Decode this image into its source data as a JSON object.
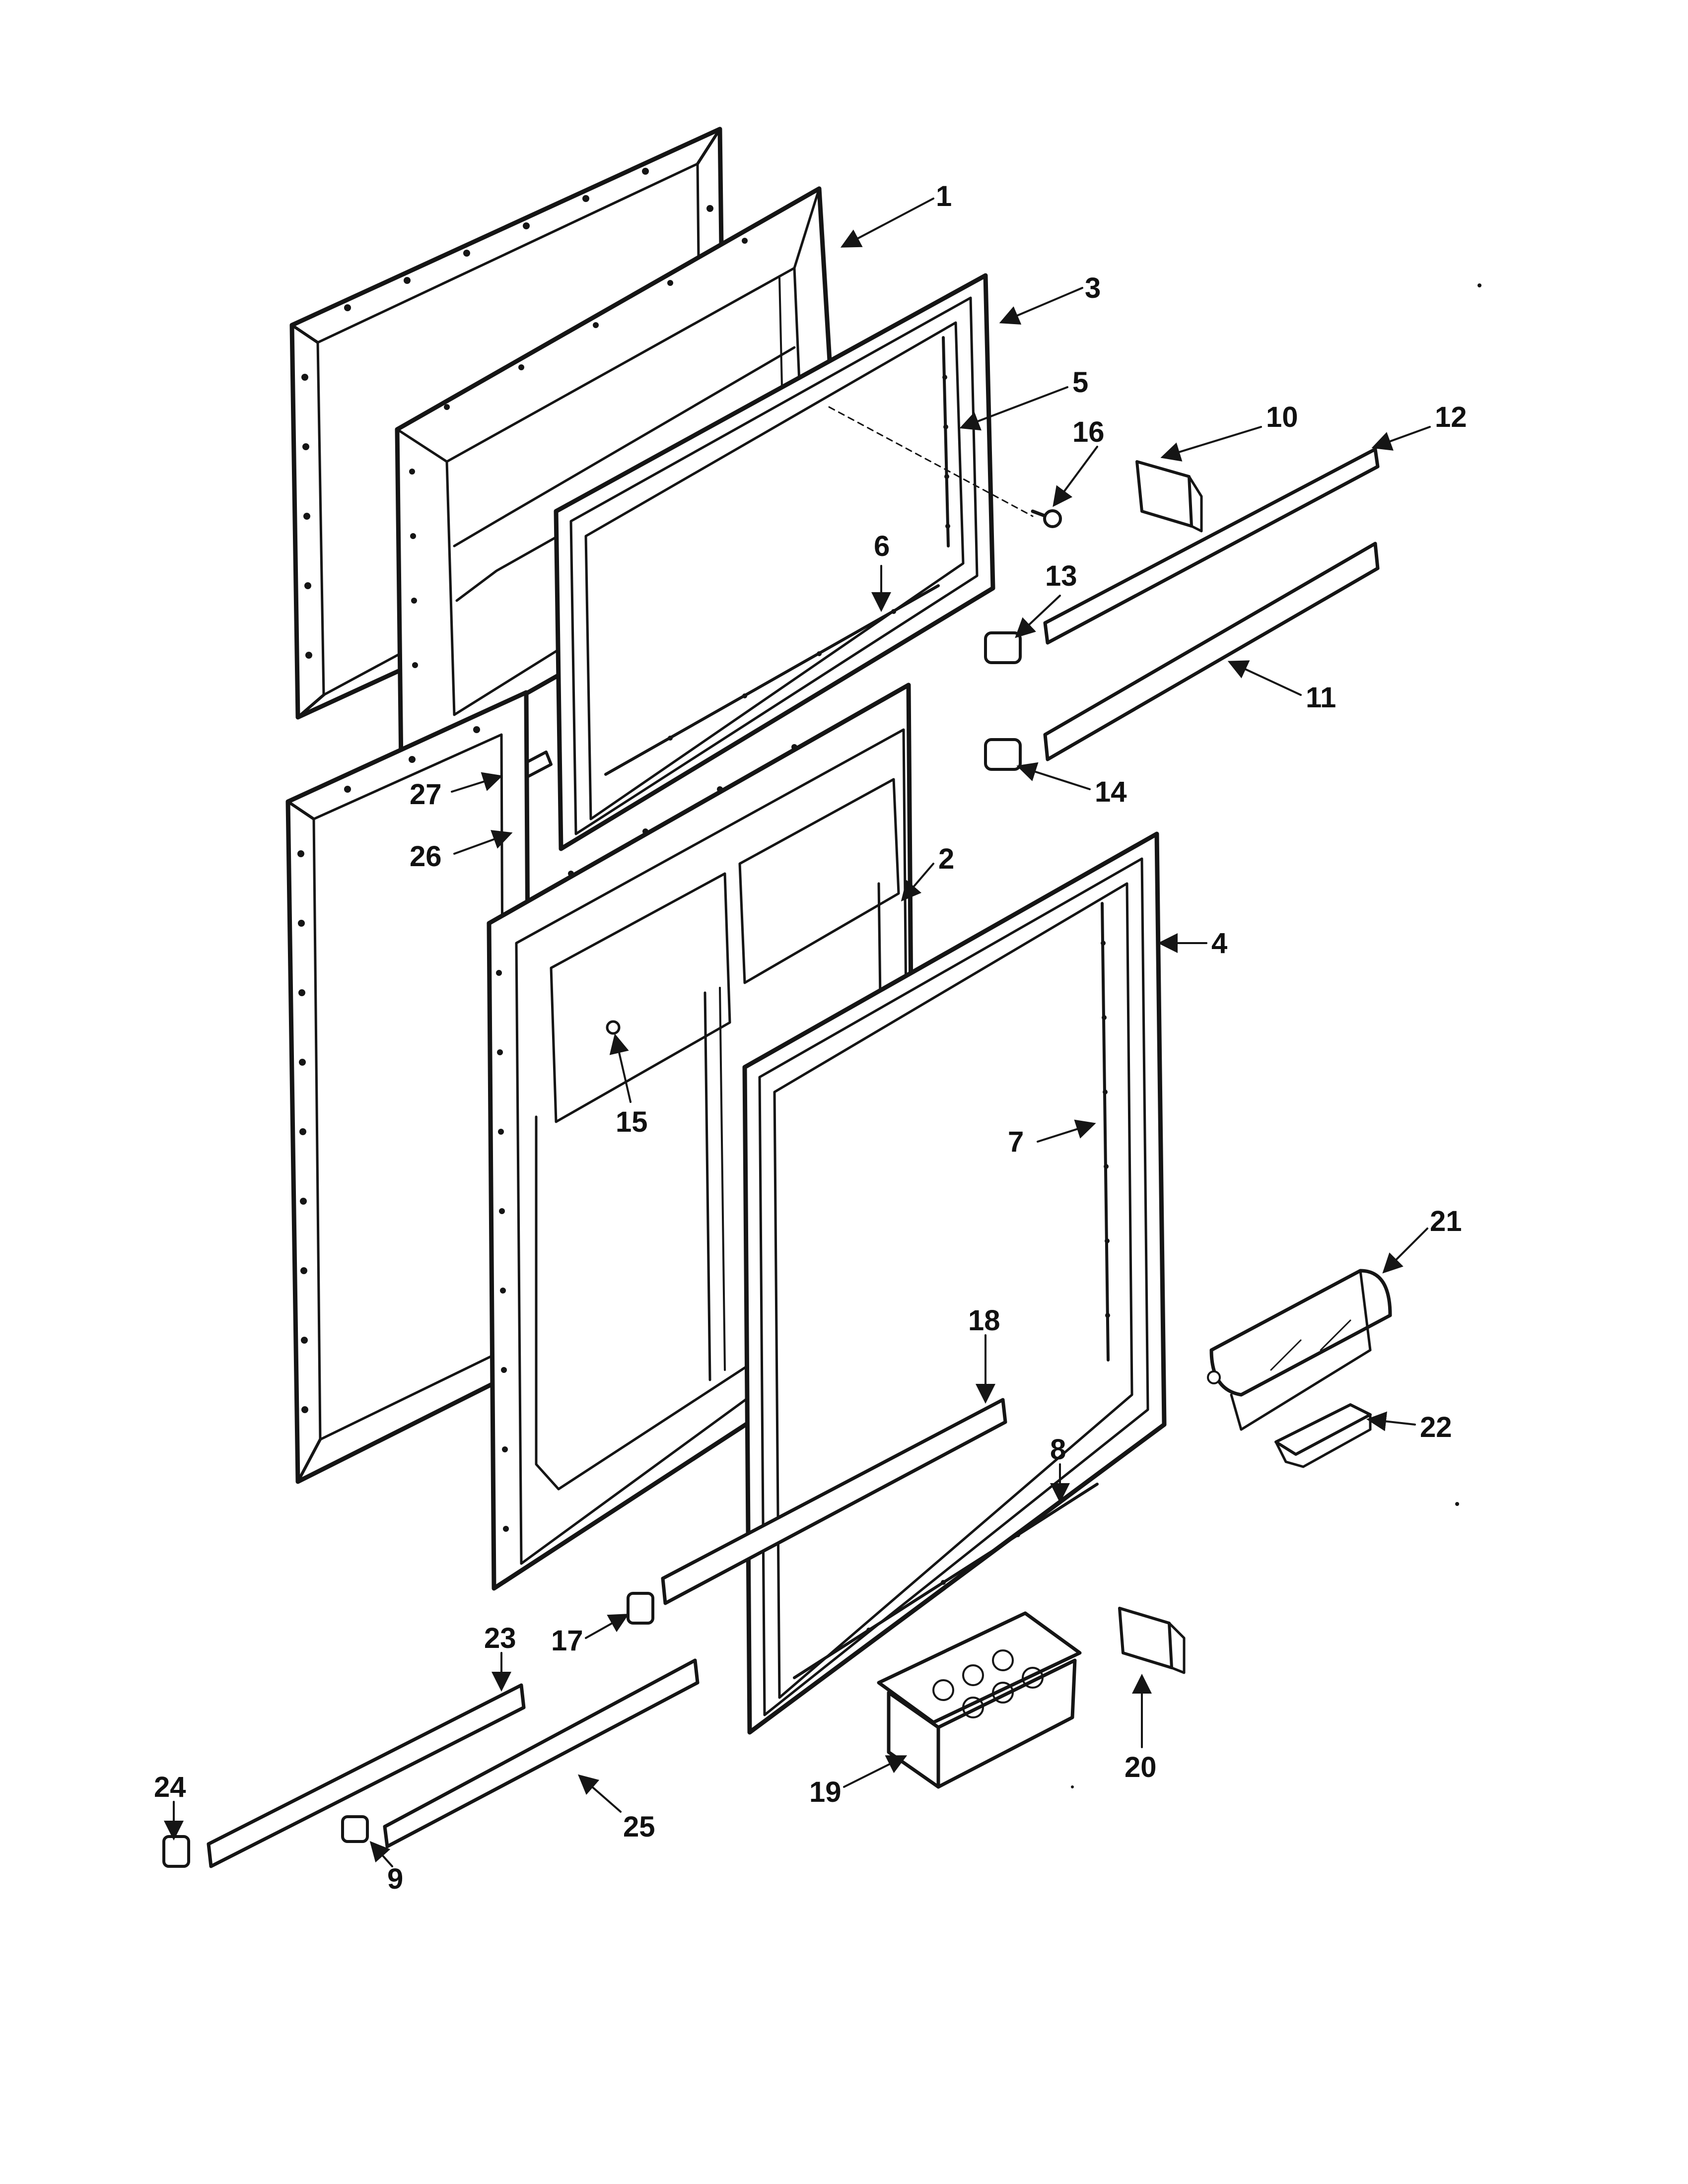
{
  "diagram": {
    "description_free": true,
    "labels": [
      {
        "id": "1",
        "text": "1"
      },
      {
        "id": "2",
        "text": "2"
      },
      {
        "id": "3",
        "text": "3"
      },
      {
        "id": "4",
        "text": "4"
      },
      {
        "id": "5",
        "text": "5"
      },
      {
        "id": "6",
        "text": "6"
      },
      {
        "id": "7",
        "text": "7"
      },
      {
        "id": "8",
        "text": "8"
      },
      {
        "id": "9",
        "text": "9"
      },
      {
        "id": "10",
        "text": "10"
      },
      {
        "id": "11",
        "text": "11"
      },
      {
        "id": "12",
        "text": "12"
      },
      {
        "id": "13",
        "text": "13"
      },
      {
        "id": "14",
        "text": "14"
      },
      {
        "id": "15",
        "text": "15"
      },
      {
        "id": "16",
        "text": "16"
      },
      {
        "id": "17",
        "text": "17"
      },
      {
        "id": "18",
        "text": "18"
      },
      {
        "id": "19",
        "text": "19"
      },
      {
        "id": "20",
        "text": "20"
      },
      {
        "id": "21",
        "text": "21"
      },
      {
        "id": "22",
        "text": "22"
      },
      {
        "id": "23",
        "text": "23"
      },
      {
        "id": "24",
        "text": "24"
      },
      {
        "id": "25",
        "text": "25"
      },
      {
        "id": "26",
        "text": "26"
      },
      {
        "id": "27",
        "text": "27"
      }
    ]
  },
  "colors": {
    "ink": "#151515",
    "paper": "#ffffff"
  }
}
